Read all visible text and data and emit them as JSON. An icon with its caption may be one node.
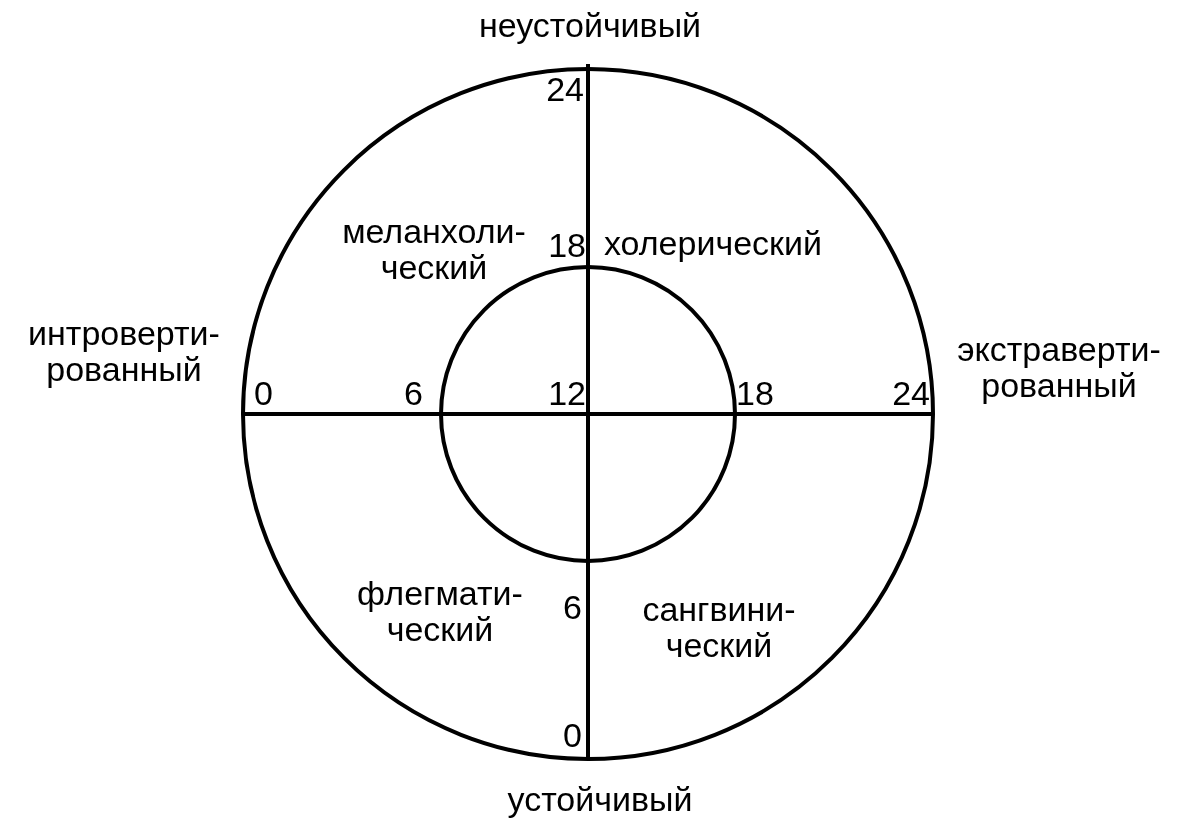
{
  "diagram": {
    "labels": [
      "неустойчивый",
      "24",
      "меланхоли-ческий",
      "18",
      "холерический",
      "интроверти-рованный",
      "экстраверти-рованный",
      "0",
      "6",
      "12",
      "18",
      "24",
      "флегмати-ческий",
      "6",
      "сангвини-ческий",
      "0",
      "устойчивый"
    ]
  }
}
